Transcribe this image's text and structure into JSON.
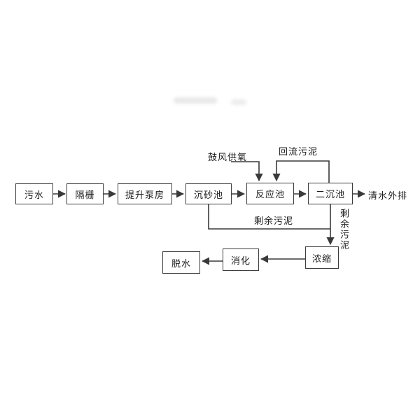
{
  "diagram": {
    "nodes": {
      "sewage": "污水",
      "screen": "隔栅",
      "pump_house": "提升泵房",
      "grit_chamber": "沉砂池",
      "reaction_tank": "反应池",
      "secondary_clarifier": "二沉池",
      "thickening": "浓缩",
      "digestion": "消化",
      "dewatering": "脱水"
    },
    "labels": {
      "blast_oxygen": "鼓风供氧",
      "return_sludge": "回流污泥",
      "excess_sludge": "剩余污泥",
      "excess_sludge_vertical": "剩余污泥",
      "effluent": "清水外排"
    },
    "colors": {
      "line": "#3a3a3a",
      "text": "#1c1c1c",
      "background": "#ffffff"
    }
  }
}
